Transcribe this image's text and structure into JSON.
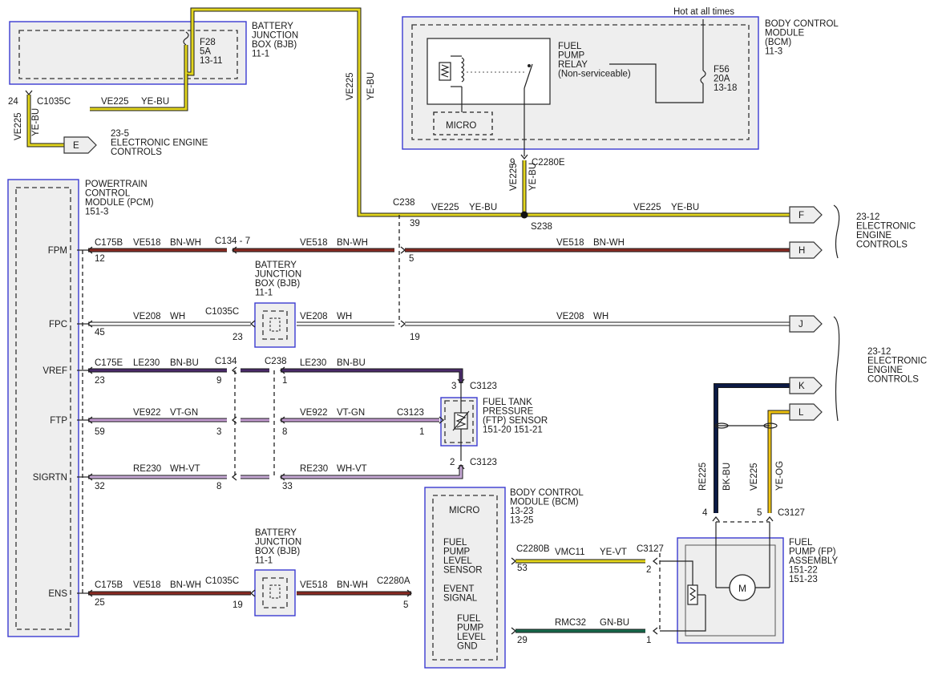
{
  "colors": {
    "ye_bu": "#e3d61e",
    "bn_wh": "#8a2a22",
    "wh": "#ffffff",
    "bn_bu": "#4a2a6a",
    "vt_gn": "#c39ad1",
    "wh_vt": "#c7a9d6",
    "ye_vt": "#e6d81a",
    "gn_bu": "#176a4c",
    "bk_bu": "#0c1a44",
    "ye_og": "#f0c410",
    "module_border": "#3b3bd1"
  },
  "modules": {
    "bjb_top": {
      "name": "BATTERY\nJUNCTION\nBOX (BJB)\n11-1",
      "fuse": "F28\n5A\n13-11"
    },
    "bcm_top": {
      "name": "BODY CONTROL\nMODULE\n(BCM)\n11-3",
      "relay": "FUEL\nPUMP\nRELAY\n(Non-serviceable)",
      "micro": "MICRO",
      "fuse": "F56\n20A\n13-18",
      "hot": "Hot at all times"
    },
    "pcm": {
      "name": "POWERTRAIN\nCONTROL\nMODULE (PCM)\n151-3",
      "pins": [
        "FPM",
        "FPC",
        "VREF",
        "FTP",
        "SIGRTN",
        "ENS"
      ]
    },
    "bjb_mid": {
      "name": "BATTERY\nJUNCTION\nBOX (BJB)\n11-1"
    },
    "ftp_sensor": {
      "name": "FUEL TANK\nPRESSURE\n(FTP) SENSOR\n151-20  151-21"
    },
    "bjb_low": {
      "name": "BATTERY\nJUNCTION\nBOX (BJB)\n11-1"
    },
    "bcm_low": {
      "name": "BODY CONTROL\nMODULE (BCM)\n13-23\n13-25",
      "micro": "MICRO",
      "fpls": "FUEL\nPUMP\nLEVEL\nSENSOR",
      "event": "EVENT\nSIGNAL",
      "gnd": "FUEL\nPUMP\nLEVEL\nGND"
    },
    "fp_assembly": {
      "name": "FUEL\nPUMP (FP)\nASSEMBLY\n151-22\n151-23",
      "motor": "M"
    }
  },
  "refs": {
    "ref_e": {
      "tag": "E",
      "text": "23-5\nELECTRONIC ENGINE\nCONTROLS"
    },
    "ref_group1": "23-12\nELECTRONIC\nENGINE\nCONTROLS",
    "ref_group2": "23-12\nELECTRONIC\nENGINE\nCONTROLS",
    "tags": [
      "F",
      "H",
      "J",
      "K",
      "L"
    ]
  },
  "labels": {
    "c1035c_top": "C1035C",
    "pin24": "24",
    "ve225_a": "VE225",
    "yebu_a": "YE-BU",
    "ve225_h1": "VE225",
    "yebu_h1": "YE-BU",
    "ve225_v2": "VE225",
    "yebu_v2": "YE-BU",
    "ve225_v3": "VE225",
    "yebu_v3": "YE-BU",
    "c2280e": "C2280E",
    "pin9": "9",
    "c238": "C238",
    "pin39": "39",
    "ve225_h2": "VE225",
    "yebu_h2": "YE-BU",
    "ve225_h3": "VE225",
    "yebu_h3": "YE-BU",
    "s238": "S238",
    "c175b_1": "C175B",
    "ve518_1": "VE518",
    "bnwh_1": "BN-WH",
    "pin12": "12",
    "c134_7": "C134 - 7",
    "ve518_2": "VE518",
    "bnwh_2": "BN-WH",
    "pin5_a": "5",
    "ve518_3": "VE518",
    "bnwh_3": "BN-WH",
    "ve208_1": "VE208",
    "wh_1": "WH",
    "c1035c_mid": "C1035C",
    "pin45": "45",
    "pin23_a": "23",
    "ve208_2": "VE208",
    "wh_2": "WH",
    "pin19_a": "19",
    "ve208_3": "VE208",
    "wh_3": "WH",
    "c175e": "C175E",
    "le230_1": "LE230",
    "bnbu_1": "BN-BU",
    "c134": "C134",
    "pin23_b": "23",
    "pin9_b": "9",
    "c238_b": "C238",
    "le230_2": "LE230",
    "bnbu_2": "BN-BU",
    "pin1_a": "1",
    "pin3_c3123": "3",
    "c3123_a": "C3123",
    "ve922_1": "VE922",
    "vtgn_1": "VT-GN",
    "pin59": "59",
    "pin3_b": "3",
    "ve922_2": "VE922",
    "vtgn_2": "VT-GN",
    "pin8_a": "8",
    "c3123_b": "C3123",
    "pin1_b": "1",
    "re230_1": "RE230",
    "whvt_1": "WH-VT",
    "pin32": "32",
    "pin8_b": "8",
    "re230_2": "RE230",
    "whvt_2": "WH-VT",
    "pin33": "33",
    "pin2_c3123": "2",
    "c3123_c": "C3123",
    "c175b_2": "C175B",
    "ve518_4": "VE518",
    "bnwh_4": "BN-WH",
    "pin25": "25",
    "c1035c_low": "C1035C",
    "pin19_b": "19",
    "ve518_5": "VE518",
    "bnwh_5": "BN-WH",
    "c2280a": "C2280A",
    "pin5_b": "5",
    "c2280b": "C2280B",
    "vmc11": "VMC11",
    "yevt": "YE-VT",
    "c3127_a": "C3127",
    "pin53": "53",
    "pin2_b": "2",
    "rmc32": "RMC32",
    "gnbu": "GN-BU",
    "pin29": "29",
    "pin1_c": "1",
    "re225": "RE225",
    "bkbu": "BK-BU",
    "ve225_r": "VE225",
    "yeog": "YE-OG",
    "pin4": "4",
    "pin5_c": "5",
    "c3127_b": "C3127"
  }
}
